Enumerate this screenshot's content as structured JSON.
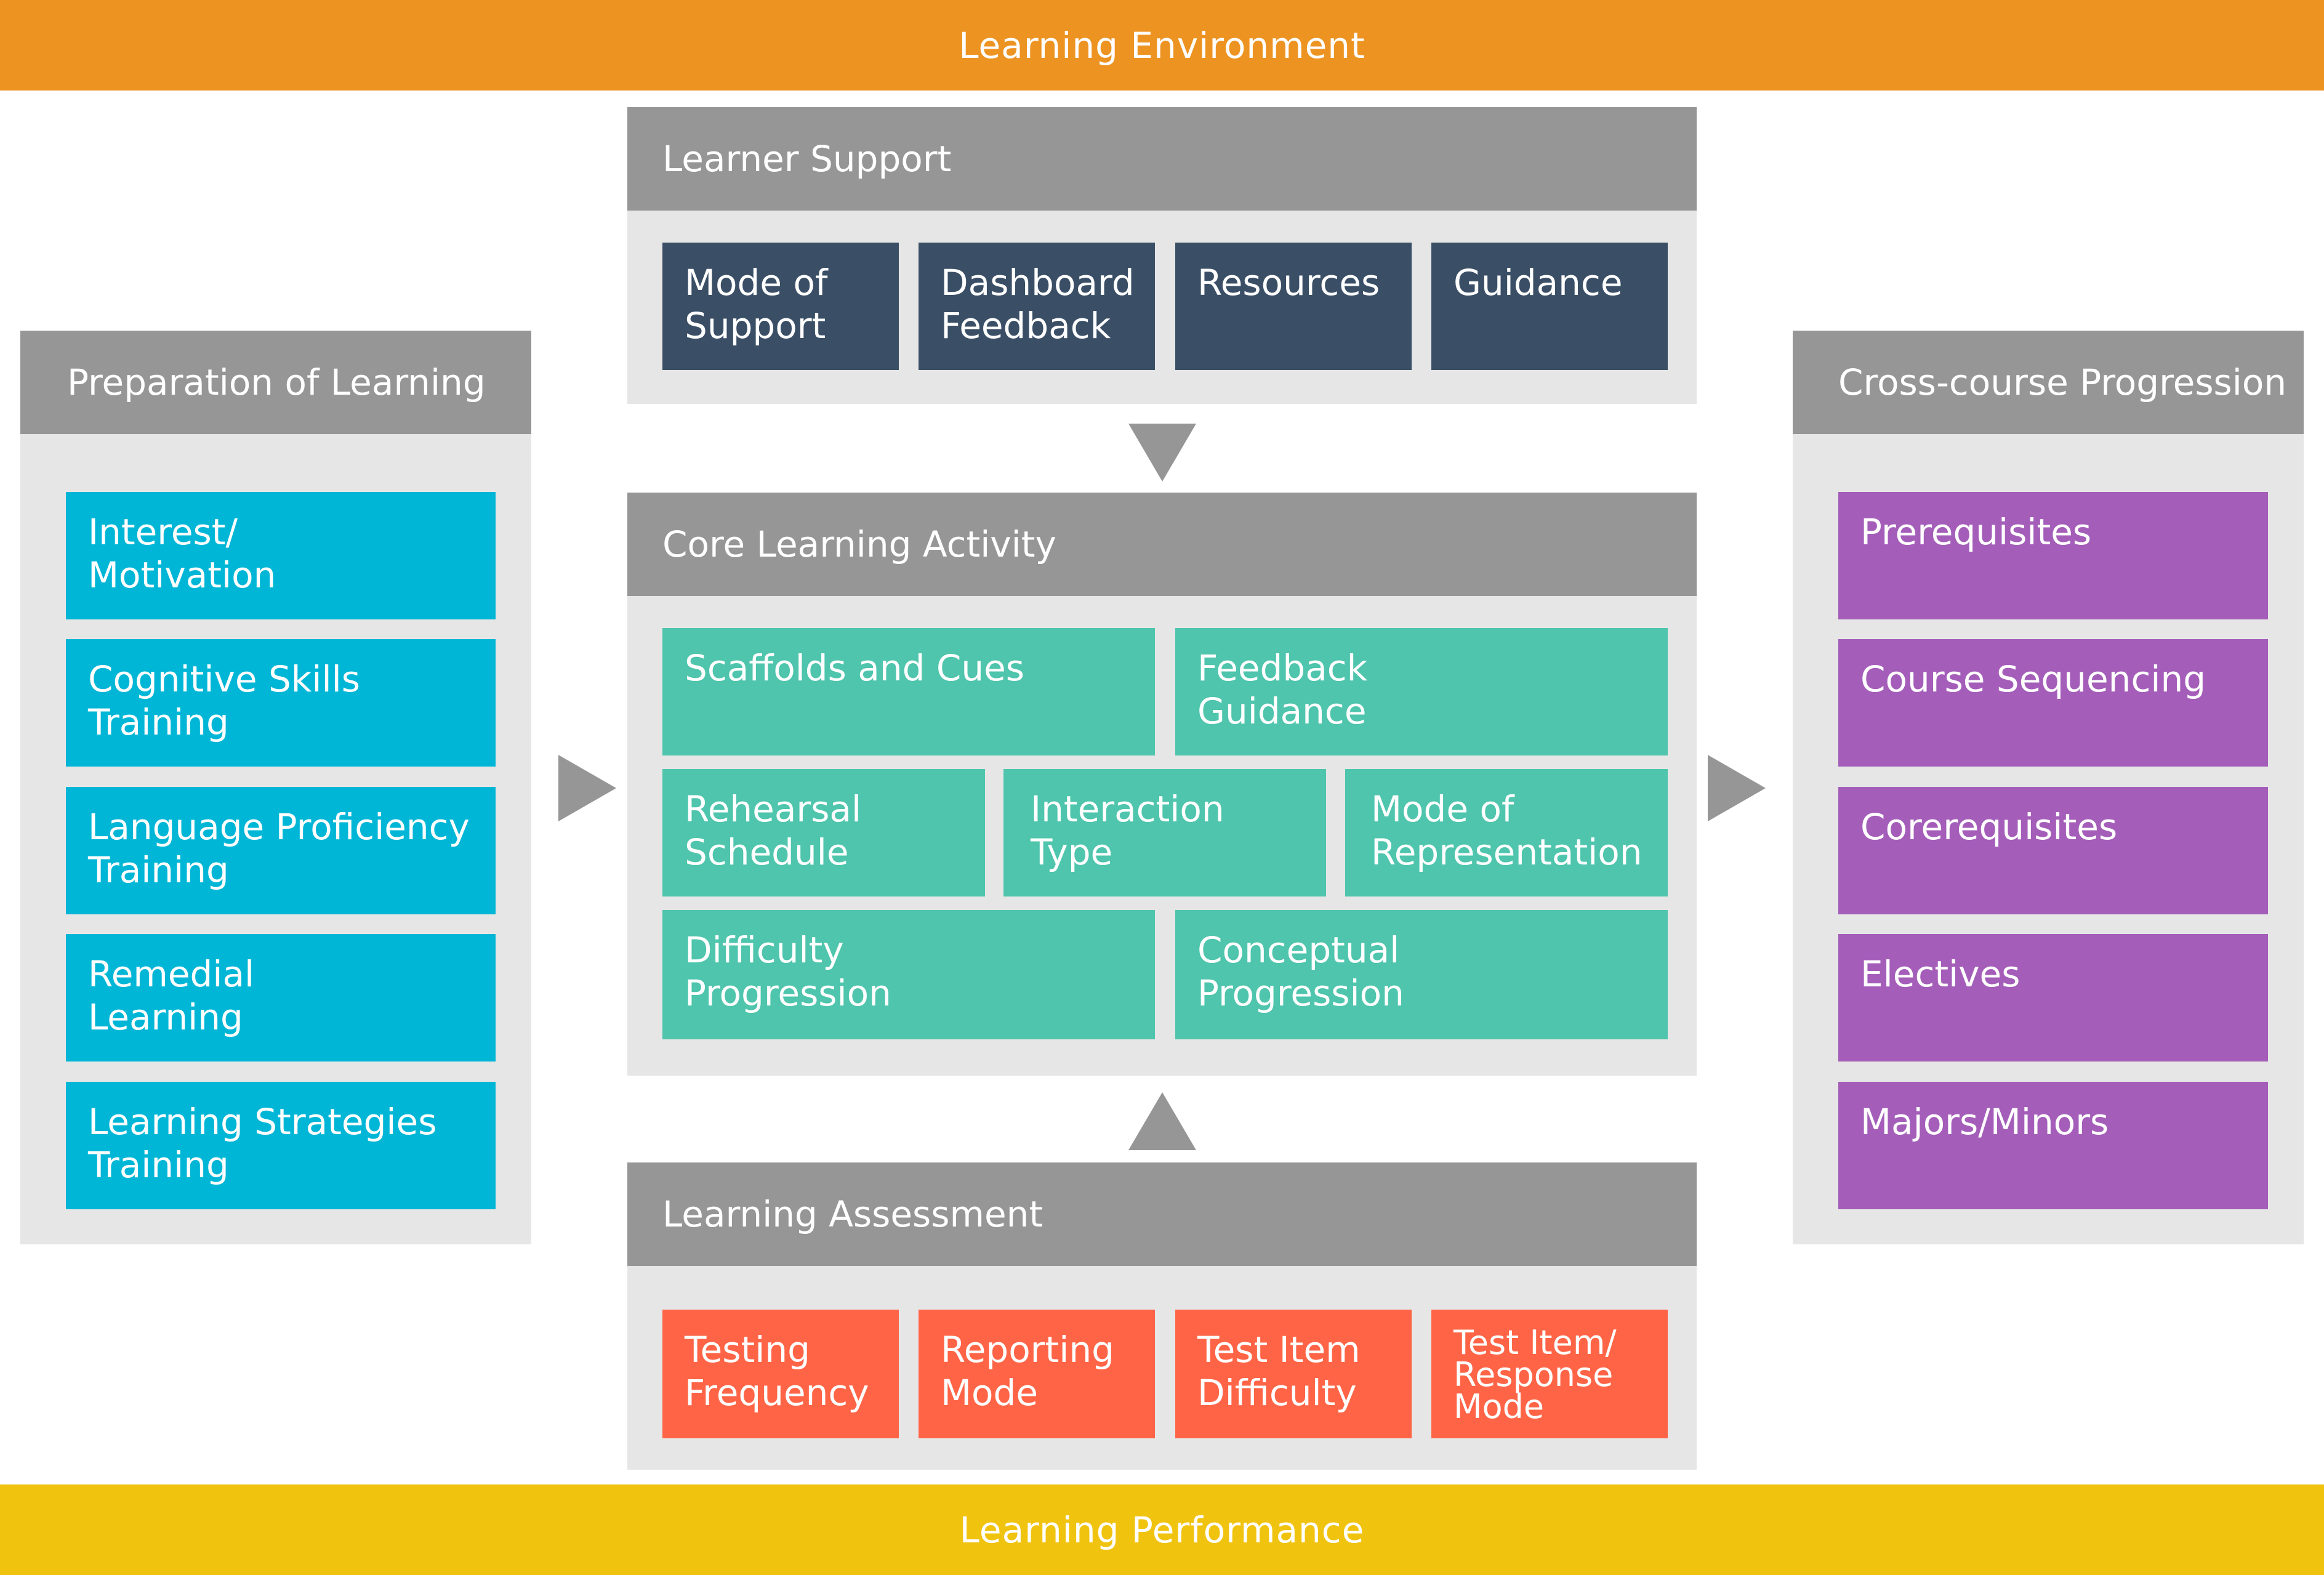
{
  "environment_label": "Learning Environment",
  "performance_label": "Learning Performance",
  "learner_support": {
    "title": "Learner Support",
    "items": [
      "Mode of\nSupport",
      "Dashboard\nFeedback",
      "Resources",
      "Guidance"
    ],
    "color": "#3A4F66"
  },
  "core_learning": {
    "title": "Core Learning Activity",
    "items": [
      "Scaffolds and Cues",
      "Feedback\nGuidance",
      "Rehearsal\nSchedule",
      "Interaction\nType",
      "Mode of\nRepresentation",
      "Difficulty\nProgression",
      "Conceptual\nProgression"
    ],
    "color": "#4EC5AC"
  },
  "learning_assessment": {
    "title": "Learning Assessment",
    "items": [
      "Testing\nFrequency",
      "Reporting\nMode",
      "Test Item\nDifficulty",
      "Test Item/\nResponse\nMode"
    ],
    "color": "#FF6446"
  },
  "preparation": {
    "title": "Preparation of Learning",
    "items": [
      "Interest/\nMotivation",
      "Cognitive Skills\nTraining",
      "Language Proficiency\nTraining",
      "Remedial\nLearning",
      "Learning Strategies\nTraining"
    ],
    "color": "#00B6D6"
  },
  "progression": {
    "title": "Cross-course Progression",
    "items": [
      "Prerequisites",
      "Course Sequencing",
      "Corerequisites",
      "Electives",
      "Majors/Minors"
    ],
    "color": "#A45EB9"
  },
  "colors": {
    "environment_band": "#ED9322",
    "performance_band": "#F0C30F",
    "panel_header": "#969696",
    "panel_body": "#E6E6E6",
    "arrow": "#969696"
  }
}
